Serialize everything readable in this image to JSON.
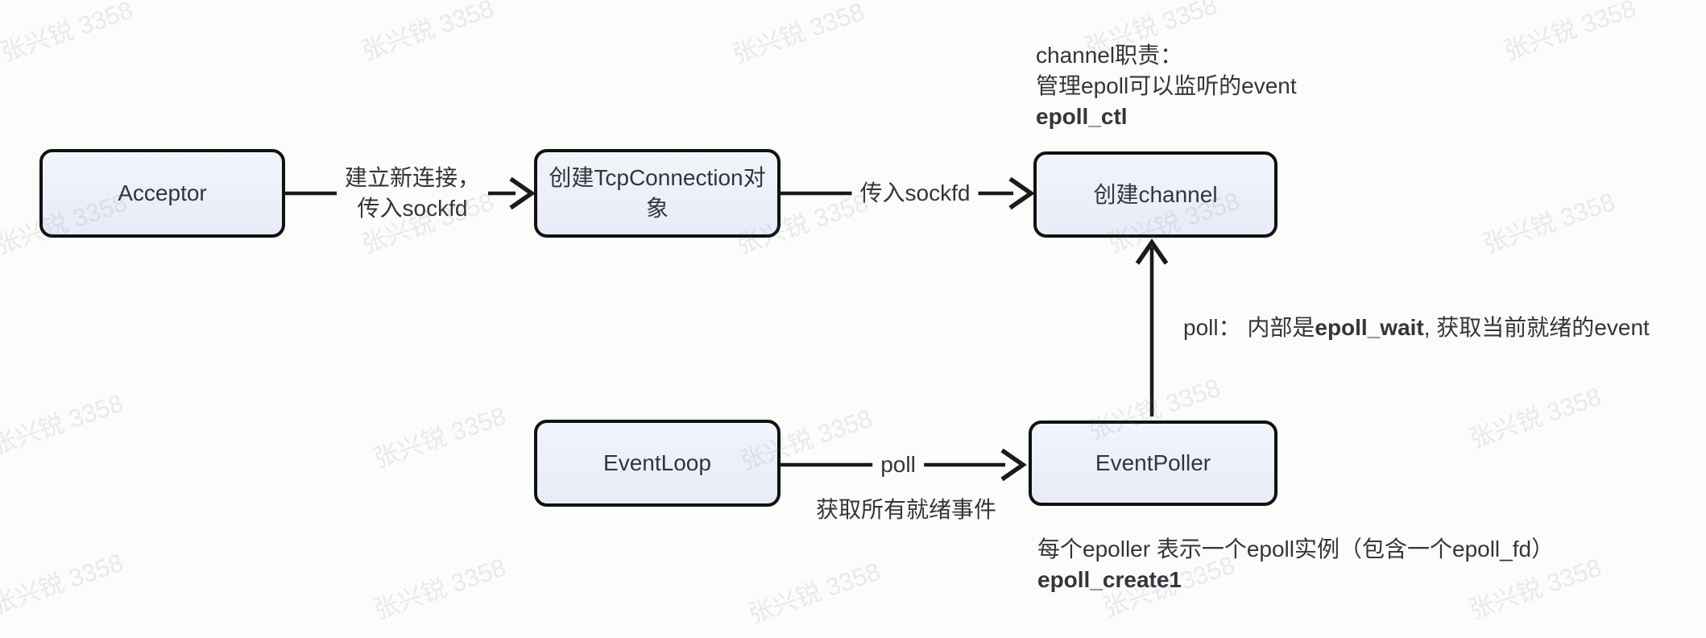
{
  "watermark": {
    "text": "张兴锐 3358"
  },
  "nodes": {
    "acceptor": "Acceptor",
    "tcpconnection": "创建TcpConnection对象",
    "channel": "创建channel",
    "eventloop": "EventLoop",
    "eventpoller": "EventPoller"
  },
  "edges": {
    "accept_to_tcp": {
      "label_line1": "建立新连接，",
      "label_line2": "传入sockfd"
    },
    "tcp_to_channel": {
      "label": "传入sockfd"
    },
    "loop_to_poller": {
      "label": "poll",
      "sublabel": "获取所有就绪事件"
    },
    "poller_to_channel": {
      "label_prefix": "poll： 内部是",
      "label_bold": "epoll_wait",
      "label_suffix": ", 获取当前就绪的event"
    }
  },
  "notes": {
    "channel": {
      "line1": "channel职责：",
      "line2": "管理epoll可以监听的event",
      "line3_bold": "epoll_ctl"
    },
    "epoller": {
      "line1": "每个epoller 表示一个epoll实例（包含一个epoll_fd）",
      "line2_bold": "epoll_create1"
    }
  },
  "colors": {
    "background": "#fcfcfa",
    "node_fill_top": "#f1f4fb",
    "node_fill_bottom": "#e7ecf8",
    "node_border": "#111111",
    "line": "#1a1a1a",
    "text": "#33353b"
  }
}
